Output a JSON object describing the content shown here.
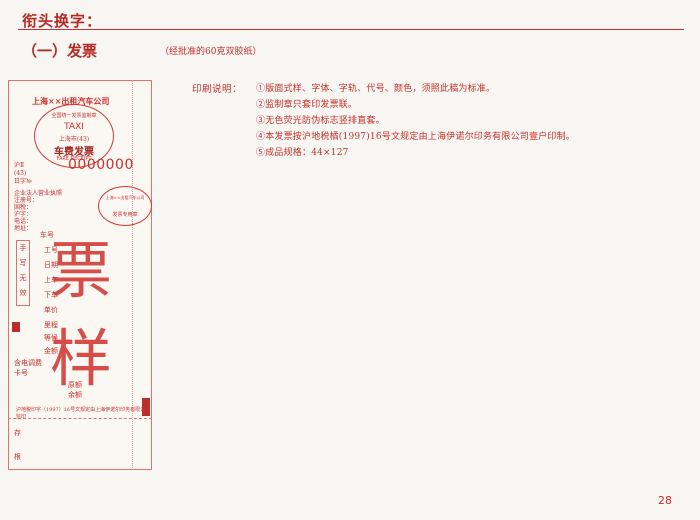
{
  "header": {
    "title": "衔头换字："
  },
  "section": {
    "title": "（一）发票",
    "note": "（经批准的60克双胶纸）"
  },
  "receipt": {
    "company": "上海××出租汽车公司",
    "seal": {
      "arc": "全国统一发票监制章",
      "taxi": "TAXI",
      "code": "上海市(43)",
      "fare": "车费发票",
      "receipt_text": "FARE RECEIPT"
    },
    "prefix": [
      "沪Ⅱ",
      "(43)"
    ],
    "number_label": "日字№",
    "number": "0000000",
    "info_lines": [
      "企业法人营业执照",
      "注册号：",
      "国税：",
      "沪字：",
      "电话：",
      "地址："
    ],
    "small_seal": {
      "top": "上海××出租汽车公司",
      "bottom": "发票专用章"
    },
    "handwrite": [
      "手",
      "写",
      "无",
      "效"
    ],
    "fields": [
      "车号",
      "工号",
      "日期",
      "上车",
      "下车",
      "单价",
      "里程",
      "等候",
      "金额",
      "含电调费",
      "卡号",
      "原额",
      "余额"
    ],
    "watermark": [
      "票",
      "样"
    ],
    "bottom_line": "沪地税印字（1997）16号文规定由上海伊诺尔印务有限公司监印",
    "stub": [
      "存",
      "根"
    ]
  },
  "notes": {
    "label": "印刷说明：",
    "items": [
      "①版面式样、字体、字轨、代号、颜色，须照此稿为标准。",
      "②监制章只套印发票联。",
      "③无色荧光防伪标志竖排直套。",
      "④本发票按沪地税橘(1997)16号文规定由上海伊诺尔印务有限公司壹户印制。",
      "⑤成品规格：44×127"
    ]
  },
  "page_number": "28",
  "colors": {
    "ink": "#c9302c",
    "dark_ink": "#a32420",
    "paper": "#f7f6f2"
  }
}
